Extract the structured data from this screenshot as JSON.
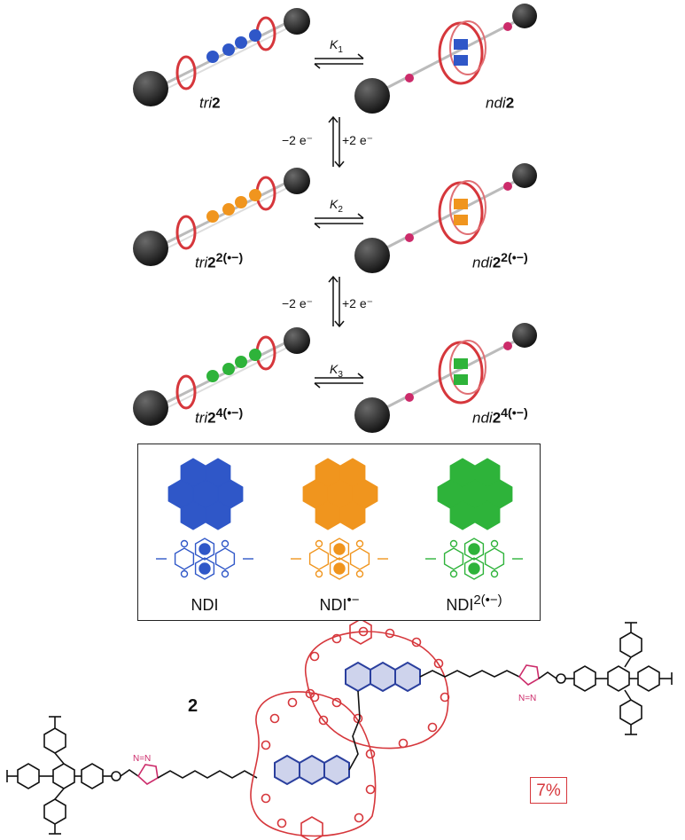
{
  "scheme": {
    "rows": [
      {
        "left_label_prefix": "tri",
        "left_label_main": "2",
        "left_label_sup": "",
        "right_label_prefix": "ndi",
        "right_label_main": "2",
        "right_label_sup": "",
        "k_symbol": "K",
        "k_sub": "1",
        "ndi_color": "#2f57c8"
      },
      {
        "left_label_prefix": "tri",
        "left_label_main": "2",
        "left_label_sup": "2(•−)",
        "right_label_prefix": "ndi",
        "right_label_main": "2",
        "right_label_sup": "2(•−)",
        "k_symbol": "K",
        "k_sub": "2",
        "ndi_color": "#f0951e"
      },
      {
        "left_label_prefix": "tri",
        "left_label_main": "2",
        "left_label_sup": "4(•−)",
        "right_label_prefix": "ndi",
        "right_label_main": "2",
        "right_label_sup": "4(•−)",
        "k_symbol": "K",
        "k_sub": "3",
        "ndi_color": "#2eb33a"
      }
    ],
    "redox": [
      {
        "left": "−2 e⁻",
        "right": "+2 e⁻"
      },
      {
        "left": "−2 e⁻",
        "right": "+2 e⁻"
      }
    ]
  },
  "legend": {
    "items": [
      {
        "name_main": "NDI",
        "name_sup": "",
        "color": "#2f57c8"
      },
      {
        "name_main": "NDI",
        "name_sup": "•−",
        "color": "#f0951e"
      },
      {
        "name_main": "NDI",
        "name_sup": "2(•−)",
        "color": "#2eb33a"
      }
    ]
  },
  "structure": {
    "compound_label": "2",
    "triazole_text": "N=N",
    "yield_badge": "7%",
    "colors": {
      "crown": "#d6373c",
      "ndi": "#2a3f9e",
      "triazole": "#cc2b6a",
      "stopper": "#111111"
    }
  }
}
